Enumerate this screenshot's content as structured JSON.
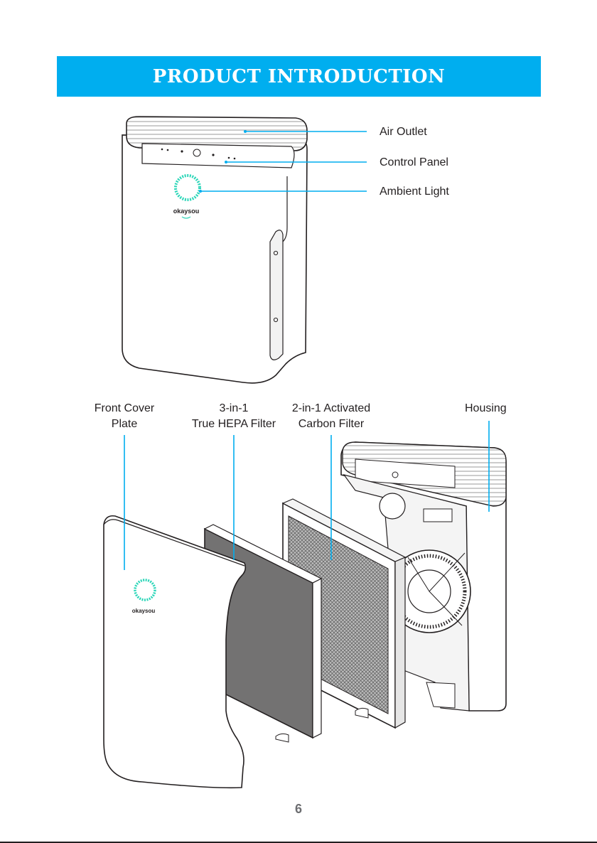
{
  "header": {
    "title": "PRODUCT INTRODUCTION"
  },
  "callouts": {
    "air_outlet": "Air Outlet",
    "control_panel": "Control Panel",
    "ambient_light": "Ambient Light"
  },
  "components": {
    "front_cover": {
      "line1": "Front Cover",
      "line2": "Plate"
    },
    "hepa_filter": {
      "line1": "3-in-1",
      "line2": "True HEPA Filter"
    },
    "carbon_filter": {
      "line1": "2-in-1 Activated",
      "line2": "Carbon Filter"
    },
    "housing": {
      "line1": "Housing"
    }
  },
  "brand": {
    "logo_text": "okaysou"
  },
  "footer": {
    "page_number": "6"
  },
  "colors": {
    "accent": "#00aeef",
    "ring": "#2bd6b8",
    "filter_dark": "#737272",
    "line": "#231f20"
  }
}
